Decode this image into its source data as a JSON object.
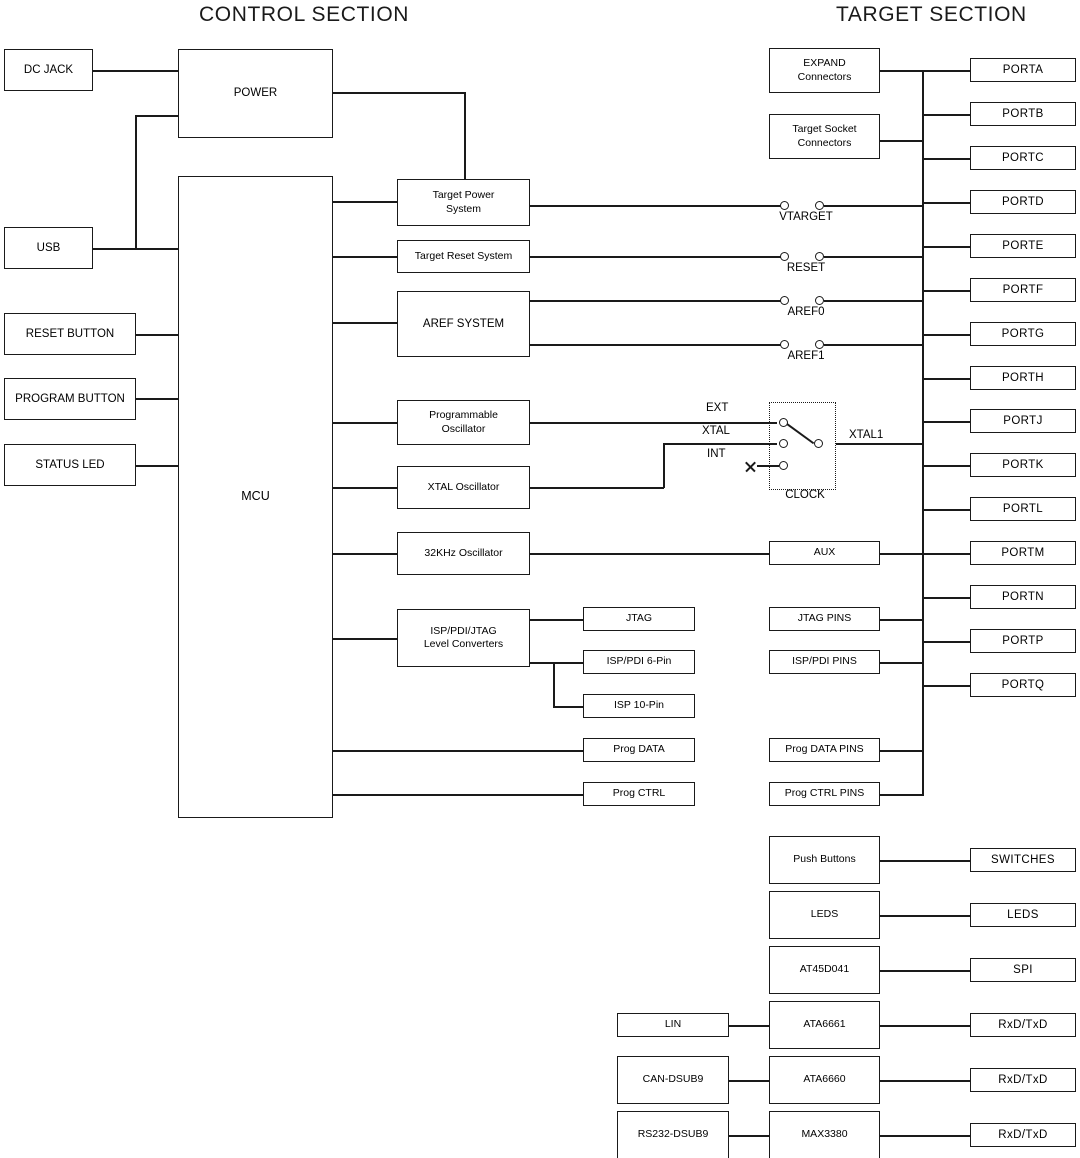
{
  "headings": {
    "control": "CONTROL SECTION",
    "target": "TARGET SECTION"
  },
  "control_section": {
    "inputs": [
      {
        "id": "dc-jack",
        "label": "DC JACK"
      },
      {
        "id": "usb",
        "label": "USB"
      },
      {
        "id": "reset-button",
        "label": "RESET BUTTON"
      },
      {
        "id": "program-button",
        "label": "PROGRAM BUTTON"
      },
      {
        "id": "status-led",
        "label": "STATUS LED"
      }
    ],
    "power": {
      "label": "POWER"
    },
    "mcu": {
      "label": "MCU"
    },
    "subsystems": [
      {
        "id": "target-power-system",
        "label": "Target Power\nSystem"
      },
      {
        "id": "target-reset-system",
        "label": "Target Reset System"
      },
      {
        "id": "aref-system",
        "label": "AREF SYSTEM"
      },
      {
        "id": "programmable-oscillator",
        "label": "Programmable\nOscillator"
      },
      {
        "id": "xtal-oscillator",
        "label": "XTAL Oscillator"
      },
      {
        "id": "osc-32khz",
        "label": "32KHz Oscillator"
      },
      {
        "id": "level-converters",
        "label": "ISP/PDI/JTAG\nLevel Converters"
      }
    ],
    "headers": [
      {
        "id": "jtag",
        "label": "JTAG"
      },
      {
        "id": "isp-pdi-6pin",
        "label": "ISP/PDI 6-Pin"
      },
      {
        "id": "isp-10pin",
        "label": "ISP 10-Pin"
      },
      {
        "id": "prog-data",
        "label": "Prog DATA"
      },
      {
        "id": "prog-ctrl",
        "label": "Prog CTRL"
      }
    ]
  },
  "jumpers": [
    {
      "id": "vtarget",
      "label": "VTARGET"
    },
    {
      "id": "reset",
      "label": "RESET"
    },
    {
      "id": "aref0",
      "label": "AREF0"
    },
    {
      "id": "aref1",
      "label": "AREF1"
    }
  ],
  "clock_switch": {
    "group_label": "CLOCK",
    "inputs": [
      "EXT",
      "XTAL",
      "INT"
    ],
    "output": "XTAL1"
  },
  "target_section": {
    "connectors": [
      {
        "id": "expand-connectors",
        "label": "EXPAND\nConnectors"
      },
      {
        "id": "target-socket-connectors",
        "label": "Target Socket\nConnectors"
      }
    ],
    "aux": {
      "label": "AUX"
    },
    "pin_blocks": [
      {
        "id": "jtag-pins",
        "label": "JTAG PINS"
      },
      {
        "id": "isp-pdi-pins",
        "label": "ISP/PDI PINS"
      },
      {
        "id": "prog-data-pins",
        "label": "Prog DATA PINS"
      },
      {
        "id": "prog-ctrl-pins",
        "label": "Prog CTRL PINS"
      }
    ],
    "ports": [
      {
        "id": "porta",
        "label": "PORTA"
      },
      {
        "id": "portb",
        "label": "PORTB"
      },
      {
        "id": "portc",
        "label": "PORTC"
      },
      {
        "id": "portd",
        "label": "PORTD"
      },
      {
        "id": "porte",
        "label": "PORTE"
      },
      {
        "id": "portf",
        "label": "PORTF"
      },
      {
        "id": "portg",
        "label": "PORTG"
      },
      {
        "id": "porth",
        "label": "PORTH"
      },
      {
        "id": "portj",
        "label": "PORTJ"
      },
      {
        "id": "portk",
        "label": "PORTK"
      },
      {
        "id": "portl",
        "label": "PORTL"
      },
      {
        "id": "portm",
        "label": "PORTM"
      },
      {
        "id": "portn",
        "label": "PORTN"
      },
      {
        "id": "portp",
        "label": "PORTP"
      },
      {
        "id": "portq",
        "label": "PORTQ"
      }
    ],
    "peripherals": [
      {
        "id": "push-buttons",
        "label": "Push Buttons",
        "right": "SWITCHES",
        "left": null
      },
      {
        "id": "leds",
        "label": "LEDS",
        "right": "LEDS",
        "left": null
      },
      {
        "id": "at45d041",
        "label": "AT45D041",
        "right": "SPI",
        "left": null
      },
      {
        "id": "ata6661",
        "label": "ATA6661",
        "right": "RxD/TxD",
        "left": "LIN"
      },
      {
        "id": "ata6660",
        "label": "ATA6660",
        "right": "RxD/TxD",
        "left": "CAN-DSUB9"
      },
      {
        "id": "max3380",
        "label": "MAX3380",
        "right": "RxD/TxD",
        "left": "RS232-DSUB9"
      }
    ]
  },
  "colors": {
    "line": "#1a1a1a",
    "background": "#ffffff",
    "text": "#000000"
  }
}
